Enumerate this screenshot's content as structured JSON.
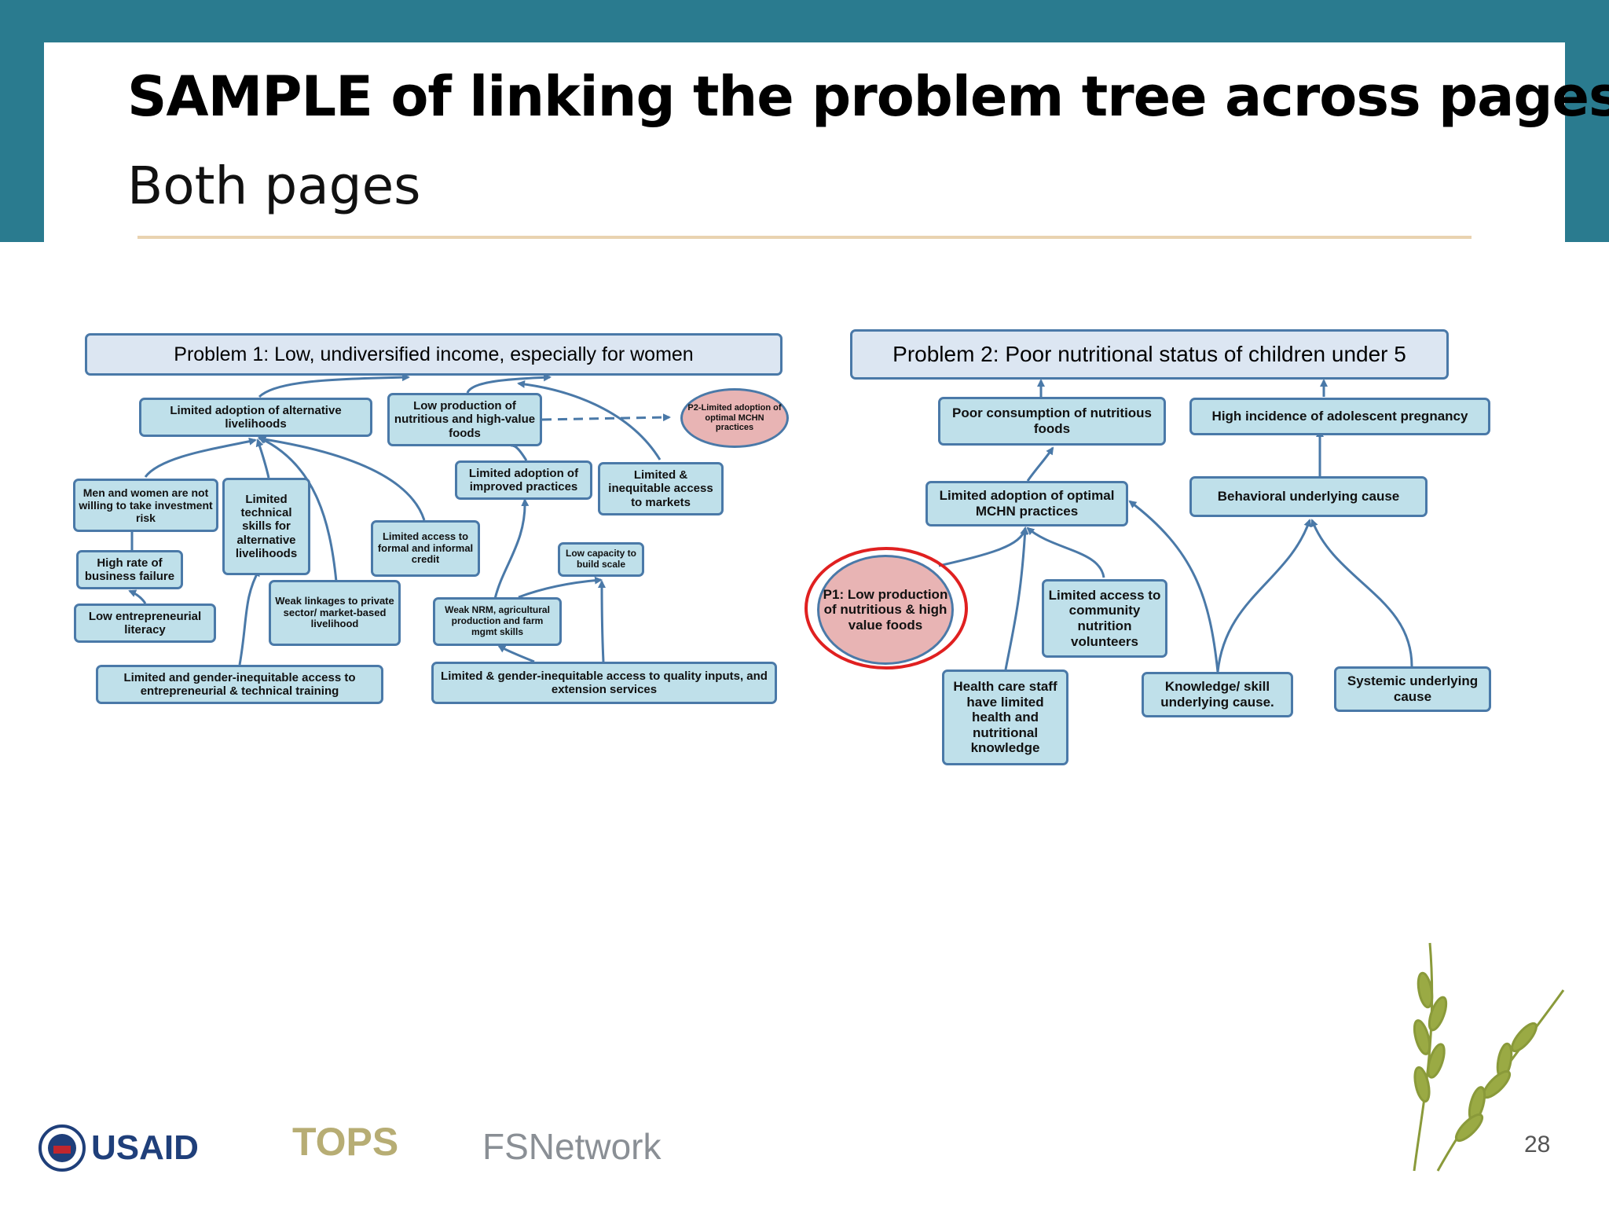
{
  "title": "SAMPLE of linking the problem tree across pages",
  "subtitle": "Both pages",
  "page_number": "28",
  "logos": {
    "usaid": "USAID",
    "tops": "TOPS",
    "fsn": "FSNetwork"
  },
  "tree1": {
    "problem": "Problem 1: Low, undiversified income, especially  for women",
    "nodes": {
      "alt_livelihoods": "Limited adoption of alternative livelihoods",
      "low_production": "Low production of nutritious and high-value foods",
      "p2_link": "P2-Limited adoption of optimal MCHN practices",
      "improved_practices": "Limited adoption of improved practices",
      "markets": "Limited & inequitable access to markets",
      "investment_risk": "Men and women are not  willing to take investment risk",
      "tech_skills": "Limited technical skills  for alternative livelihoods",
      "credit": "Limited  access to formal and informal credit",
      "capacity": "Low capacity to build scale",
      "business_failure": "High rate of business failure",
      "weak_linkages": "Weak linkages to private sector/ market-based livelihood",
      "nrm": "Weak NRM, agricultural production and farm mgmt skills",
      "literacy": "Low entrepreneurial literacy",
      "training": "Limited and gender-inequitable access to entrepreneurial & technical training",
      "inputs": "Limited & gender-inequitable access to quality inputs, and extension services"
    }
  },
  "tree2": {
    "problem": "Problem 2: Poor nutritional  status of children under 5",
    "nodes": {
      "consumption": "Poor consumption of nutritious foods",
      "adolescent": "High incidence of adolescent pregnancy",
      "mchn": "Limited adoption of optimal MCHN  practices",
      "behavioral": "Behavioral underlying cause",
      "p1_link": "P1: Low production of nutritious & high value foods",
      "volunteers": "Limited access to community nutrition volunteers",
      "health_staff": "Health care staff have limited health and nutritional knowledge",
      "knowledge": "Knowledge/ skill underlying cause.",
      "systemic": "Systemic underlying cause"
    }
  },
  "colors": {
    "band": "#2a7b8f",
    "node_fill": "#bfe0ea",
    "node_border": "#4a79a8",
    "problem_fill": "#dce6f2",
    "link_fill": "#e8b4b4",
    "highlight": "#e02020",
    "rule": "#e9d3b0"
  }
}
